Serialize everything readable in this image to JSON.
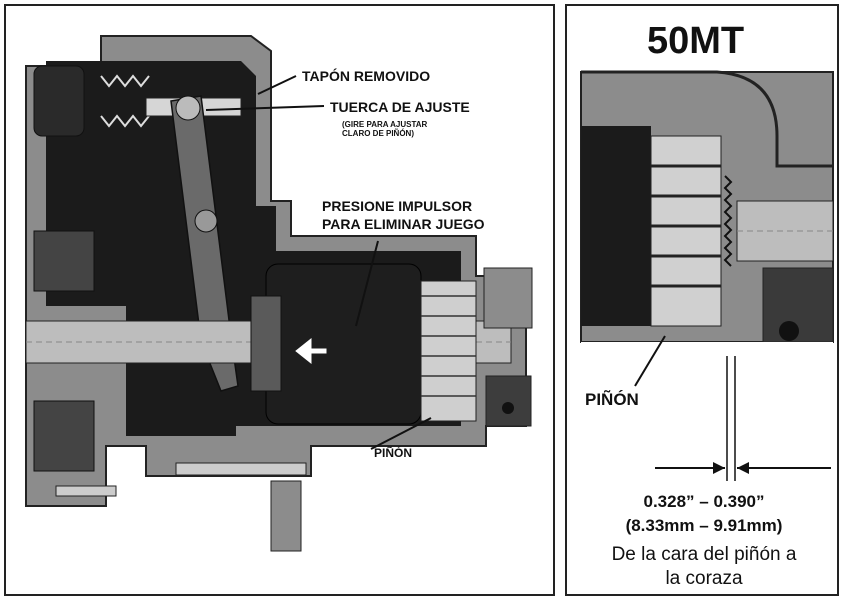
{
  "left_diagram": {
    "labels": {
      "plug_removed": "TAPÓN REMOVIDO",
      "adjust_nut": "TUERCA DE AJUSTE",
      "adjust_note_line1": "(GIRE PARA AJUSTAR",
      "adjust_note_line2": "CLARO DE PIÑÓN)",
      "push_line1": "PRESIONE IMPULSOR",
      "push_line2": "PARA ELIMINAR JUEGO",
      "pinion": "PIÑÓN"
    }
  },
  "right_diagram": {
    "title": "50MT",
    "pinion_label": "PIÑÓN",
    "measure_in": "0.328” – 0.390”",
    "measure_mm": "(8.33mm – 9.91mm)",
    "caption_line1": "De la cara del piñón a",
    "caption_line2": "la coraza"
  },
  "colors": {
    "housing": "#8c8c8c",
    "dark": "#1b1b1b",
    "mid": "#5a5a5a",
    "light": "#d6d6d6",
    "ink": "#111111"
  }
}
